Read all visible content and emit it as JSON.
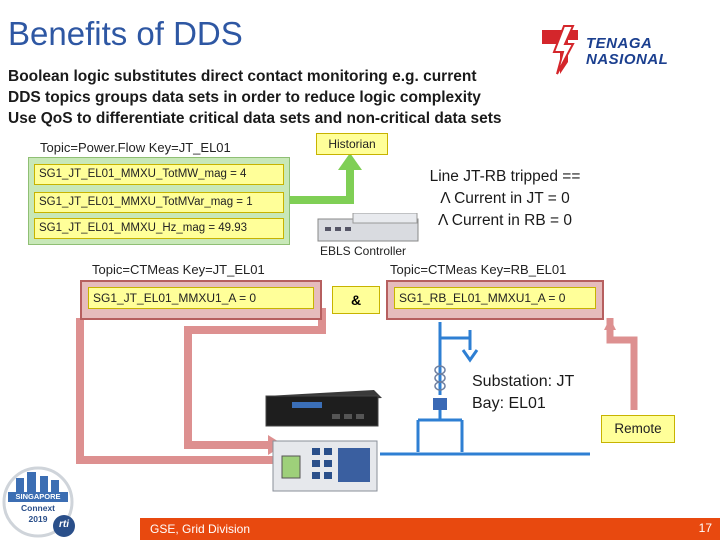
{
  "slide": {
    "title": "Benefits of DDS",
    "bullets": [
      "Boolean logic substitutes direct contact monitoring e.g. current",
      "DDS topics groups data sets in order to reduce logic complexity",
      "Use QoS to differentiate critical data sets and non-critical data sets"
    ],
    "logo_lines": [
      "TENAGA",
      "NASIONAL"
    ]
  },
  "diagram": {
    "topic_powerflow": "Topic=Power.Flow Key=JT_EL01",
    "powerflow_rows": [
      "SG1_JT_EL01_MMXU_TotMW_mag = 4",
      "SG1_JT_EL01_MMXU_TotMVar_mag = 1",
      "SG1_JT_EL01_MMXU_Hz_mag = 49.93"
    ],
    "historian": "Historian",
    "tripped_lines": [
      "Line JT-RB tripped ==",
      "Λ Current in JT = 0",
      "Λ Current in RB = 0"
    ],
    "ebls": "EBLS Controller",
    "topic_ctmeas_jt": "Topic=CTMeas Key=JT_EL01",
    "ctmeas_jt_row": "SG1_JT_EL01_MMXU1_A = 0",
    "topic_ctmeas_rb": "Topic=CTMeas Key=RB_EL01",
    "ctmeas_rb_row": "SG1_RB_EL01_MMXU1_A = 0",
    "and_symbol": "&",
    "substation_lines": [
      "Substation: JT",
      "Bay: EL01"
    ],
    "remote": "Remote"
  },
  "badge": {
    "lines": [
      "SINGAPORE",
      "Connext",
      "2019"
    ],
    "rti": "rti"
  },
  "footer": {
    "text": "GSE, Grid Division",
    "page": "17"
  },
  "colors": {
    "title": "#2e57a3",
    "green_box": "#c8e8b8",
    "yellow_row": "#ffff99",
    "pink_box": "#e6bcbc",
    "footer": "#e8490f",
    "logo_red": "#d4262b",
    "logo_blue": "#1b3f8f"
  }
}
